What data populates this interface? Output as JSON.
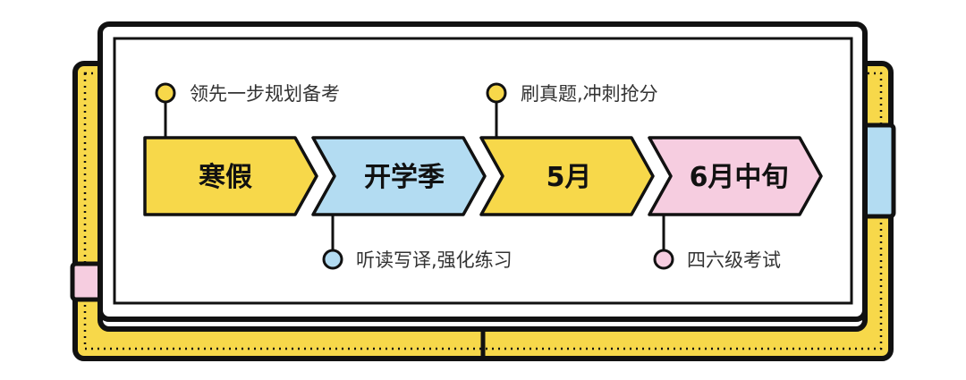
{
  "colors": {
    "yellow": "#f7d84a",
    "blue": "#b3dcf2",
    "pink": "#f6cde0",
    "outline": "#111111"
  },
  "stages": [
    {
      "label": "寒假",
      "note": "领先一步规划备考",
      "color": "yellow"
    },
    {
      "label": "开学季",
      "note": "听读写译,强化练习",
      "color": "blue"
    },
    {
      "label": "5月",
      "note": "刷真题,冲刺抢分",
      "color": "yellow"
    },
    {
      "label": "6月中旬",
      "note": "四六级考试",
      "color": "pink"
    }
  ]
}
